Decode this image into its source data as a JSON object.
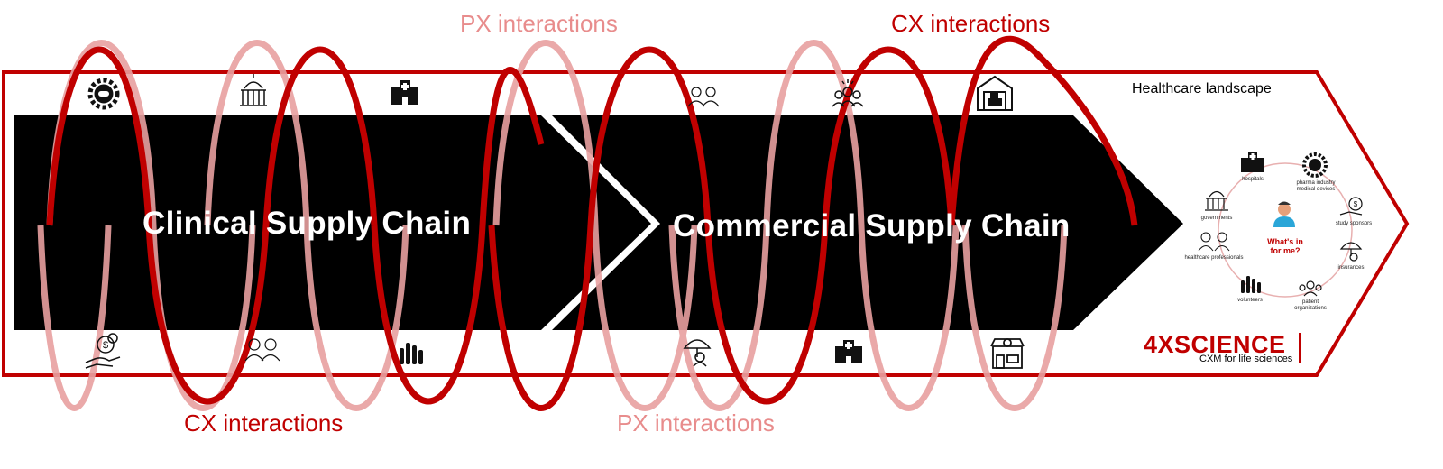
{
  "labels": {
    "px_top": "PX interactions",
    "cx_top": "CX interactions",
    "cx_bottom": "CX interactions",
    "px_bottom": "PX interactions"
  },
  "band": {
    "clinical": "Clinical Supply Chain",
    "commercial": "Commercial Supply Chain"
  },
  "landscape": {
    "title": "Healthcare landscape",
    "center": "What's in for me?",
    "nodes": [
      "hospitals",
      "pharma industry medical devices",
      "study sponsors",
      "insurances",
      "patient organizations",
      "volunteers",
      "healthcare professionals",
      "governments"
    ]
  },
  "brand": {
    "name": "4XSCIENCE",
    "tagline": "CXM for life sciences"
  },
  "icons": {
    "top": [
      "pills-gear-icon",
      "government-building-icon",
      "hospital-icon",
      "doctors-icon",
      "patient-group-icon",
      "warehouse-icon"
    ],
    "bottom": [
      "money-hand-icon",
      "doctors-icon",
      "volunteer-hands-icon",
      "insurance-umbrella-icon",
      "hospital-icon",
      "pharmacy-store-icon"
    ]
  },
  "colors": {
    "cx": "#c00000",
    "px": "#e88c8c",
    "band": "#000000",
    "text_on_band": "#ffffff"
  }
}
